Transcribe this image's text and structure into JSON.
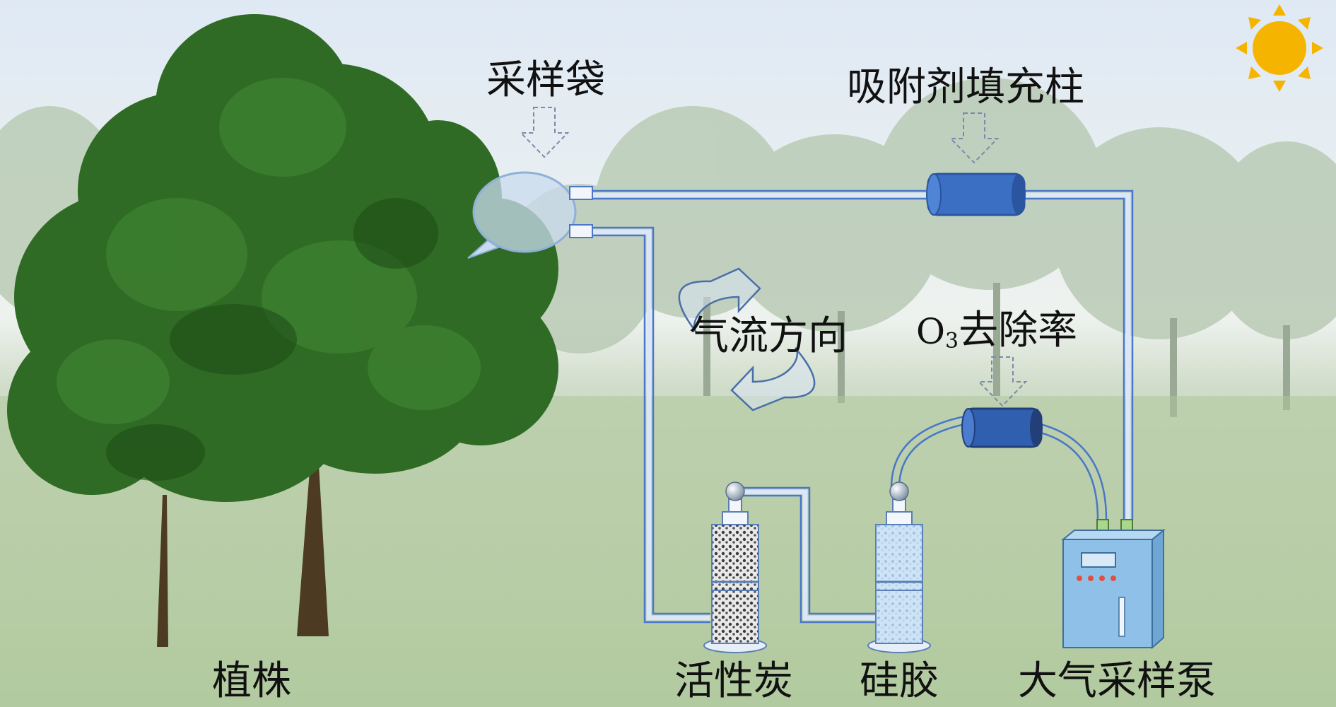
{
  "labels": {
    "sampling_bag": "采样袋",
    "adsorbent_column": "吸附剂填充柱",
    "airflow_direction": "气流方向",
    "o3_prefix": "O",
    "o3_subscript": "3",
    "o3_removal": "去除率",
    "plant": "植株",
    "activated_carbon": "活性炭",
    "silica_gel": "硅胶",
    "air_sampling_pump": "大气采样泵"
  },
  "colors": {
    "tube": "#4a77c8",
    "tube_inner": "#dbe6f7",
    "column": "#3a6fc4",
    "column_dark": "#2b559f",
    "pump": "#8fc1e8",
    "sun": "#f5b400",
    "tree": "#2f6b24"
  }
}
